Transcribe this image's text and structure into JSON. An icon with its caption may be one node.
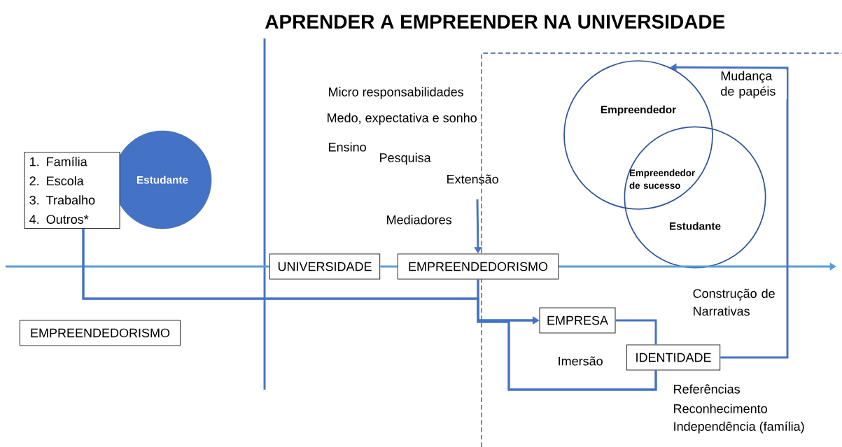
{
  "diagram": {
    "title": "APRENDER A EMPREENDER NA UNIVERSIDADE",
    "nodes": [
      {
        "text": [
          "Estudante"
        ]
      },
      {
        "text": [
          "1. Família",
          "2. Escola",
          "3. Trabalho",
          "4. Outros*"
        ]
      },
      {
        "text": [
          "EMPREENDEDORISMO"
        ]
      },
      {
        "text": [
          "UNIVERSIDADE"
        ]
      },
      {
        "text": [
          "EMPREENDEDORISMO"
        ]
      },
      {
        "text": [
          "EMPRESA"
        ]
      },
      {
        "text": [
          "IDENTIDADE"
        ]
      },
      {
        "text": [
          "Empreendedor"
        ]
      },
      {
        "text": [
          "Estudante"
        ]
      }
    ],
    "edges": [
      {
        "from": null,
        "to": 3,
        "arrow": "none",
        "color": "#5b9bd5"
      },
      {
        "from": 3,
        "to": 4,
        "arrow": "none",
        "color": "#5b9bd5"
      },
      {
        "from": 4,
        "to": null,
        "arrow": "to",
        "color": "#5b9bd5"
      },
      {
        "from": null,
        "to": 4,
        "arrow": "to"
      },
      {
        "from": 1,
        "to": 5,
        "arrow": "to"
      },
      {
        "from": 4,
        "to": 5,
        "arrow": "to"
      },
      {
        "from": 1,
        "to": 6,
        "arrow": "none"
      },
      {
        "from": 4,
        "to": 6,
        "arrow": "none"
      },
      {
        "from": 5,
        "to": 6,
        "arrow": "none"
      },
      {
        "from": 6,
        "to": 7,
        "arrow": "to",
        "label": "Mudança de papéis"
      }
    ],
    "labels": [
      "Micro responsabilidades",
      "Medo, expectativa e sonho",
      "Ensino",
      "Pesquisa",
      "Extensão",
      "Mediadores",
      "Empreendedor de sucesso",
      "Construção de Narrativas",
      "Imersão",
      "Referências",
      "Reconhecimento",
      "Independência (família)"
    ]
  }
}
